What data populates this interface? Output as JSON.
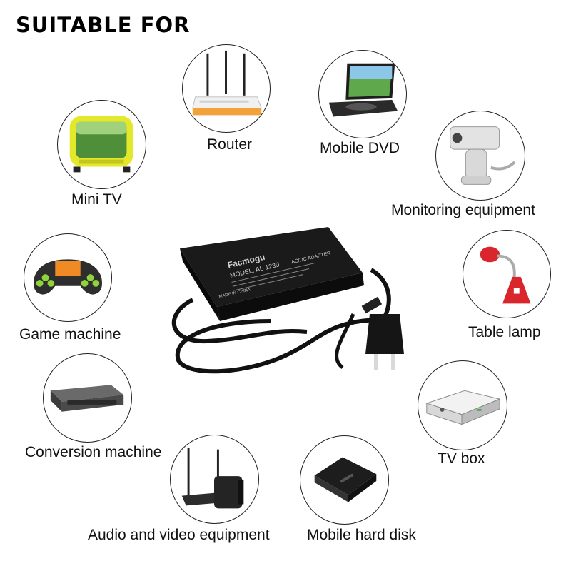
{
  "header": {
    "title": "SUITABLE FOR"
  },
  "devices": [
    {
      "label": "Router",
      "icon": "router-icon"
    },
    {
      "label": "Mobile DVD",
      "icon": "mobile-dvd-icon"
    },
    {
      "label": "Mini TV",
      "icon": "mini-tv-icon"
    },
    {
      "label": "Monitoring equipment",
      "icon": "security-camera-icon"
    },
    {
      "label": "Game machine",
      "icon": "game-controller-icon"
    },
    {
      "label": "Table lamp",
      "icon": "table-lamp-icon"
    },
    {
      "label": "Conversion machine",
      "icon": "network-switch-icon"
    },
    {
      "label": "TV box",
      "icon": "tv-box-icon"
    },
    {
      "label": "Audio and video equipment",
      "icon": "av-transmitter-icon"
    },
    {
      "label": "Mobile hard disk",
      "icon": "hard-disk-icon"
    }
  ],
  "adapter": {
    "brand": "Facmogu",
    "model": "MODEL: AL-1230",
    "type": "AC/DC ADAPTER",
    "origin": "MADE IN CHINA",
    "icon": "power-adapter-icon"
  }
}
